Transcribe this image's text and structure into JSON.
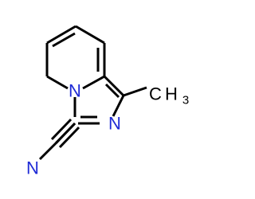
{
  "structure": {
    "atoms": {
      "n_ring": "N",
      "n_imidazole": "N",
      "n_nitrile": "N",
      "methyl_c": "C",
      "methyl_h": "H",
      "methyl_h_count": "3"
    },
    "colors": {
      "nitrogen": "#1f2bd6",
      "bond": "#000000",
      "carbon_label": "#000000"
    }
  }
}
